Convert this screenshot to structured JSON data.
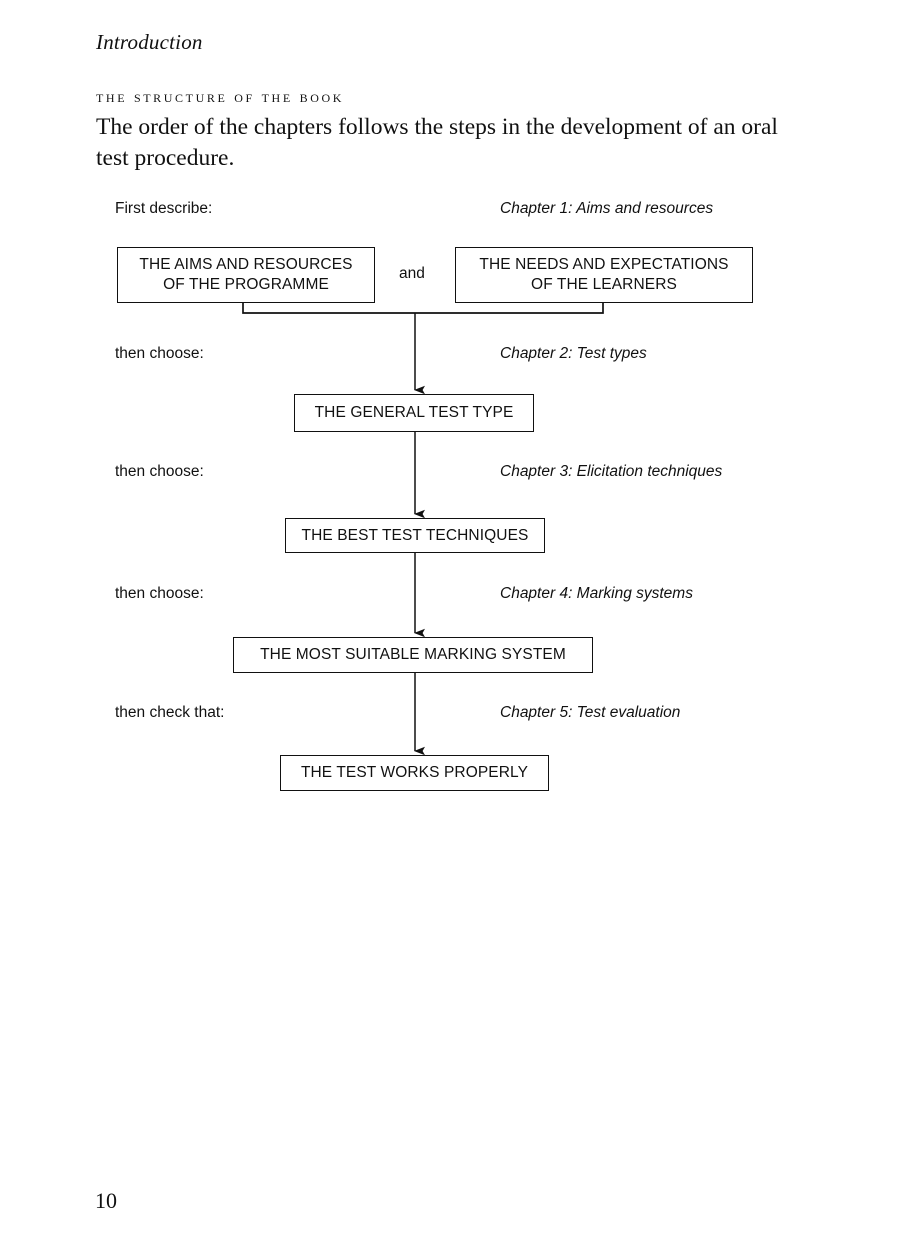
{
  "page": {
    "running_head": "Introduction",
    "section_heading": "THE STRUCTURE OF THE BOOK",
    "paragraph": "The order of the chapters follows the steps in the development of an oral test procedure.",
    "folio": "10"
  },
  "flowchart": {
    "conjunction": "and",
    "rows": [
      {
        "step_label": "First describe:",
        "chapter_label": "Chapter 1: Aims and resources",
        "boxes": [
          "THE AIMS AND RESOURCES OF THE PROGRAMME",
          "THE NEEDS AND EXPECTATIONS OF THE LEARNERS"
        ]
      },
      {
        "step_label": "then choose:",
        "chapter_label": "Chapter 2: Test types",
        "boxes": [
          "THE GENERAL TEST TYPE"
        ]
      },
      {
        "step_label": "then choose:",
        "chapter_label": "Chapter 3: Elicitation techniques",
        "boxes": [
          "THE BEST TEST TECHNIQUES"
        ]
      },
      {
        "step_label": "then choose:",
        "chapter_label": "Chapter 4: Marking systems",
        "boxes": [
          "THE MOST SUITABLE MARKING SYSTEM"
        ]
      },
      {
        "step_label": "then check that:",
        "chapter_label": "Chapter 5: Test evaluation",
        "boxes": [
          "THE TEST WORKS PROPERLY"
        ]
      }
    ],
    "box_lines": {
      "b1_l1": "THE AIMS AND RESOURCES",
      "b1_l2": "OF THE PROGRAMME",
      "b2_l1": "THE NEEDS AND EXPECTATIONS",
      "b2_l2": "OF THE LEARNERS",
      "b3": "THE GENERAL TEST TYPE",
      "b4": "THE BEST TEST TECHNIQUES",
      "b5": "THE MOST SUITABLE MARKING SYSTEM",
      "b6": "THE TEST WORKS PROPERLY"
    },
    "colors": {
      "ink": "#111111",
      "paper": "#ffffff"
    }
  }
}
